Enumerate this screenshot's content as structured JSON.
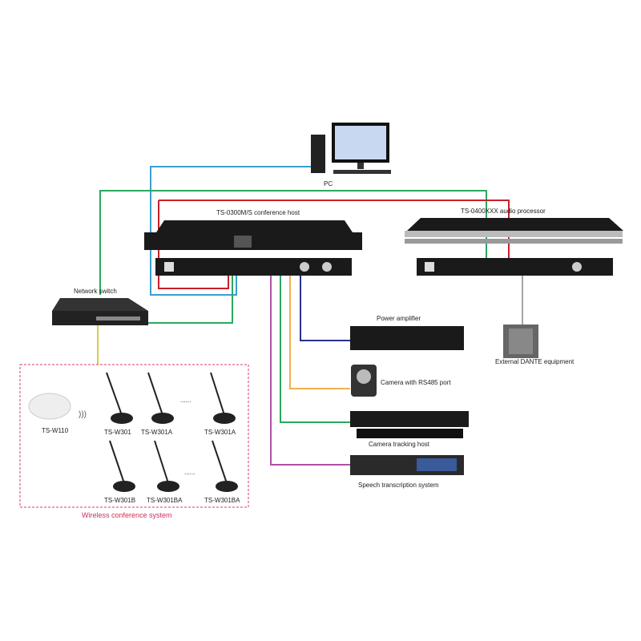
{
  "labels": {
    "pc": "PC",
    "conference_host": "TS-0300M/S conference host",
    "audio_processor": "TS-0400XXX audio processor",
    "network_switch": "Network switch",
    "power_amplifier": "Power amplifier",
    "camera": "Camera with RS485 port",
    "camera_tracking": "Camera tracking host",
    "speech": "Speech transcription system",
    "dante": "External DANTE equipment",
    "wireless_system": "Wireless conference system",
    "ap": "TS-W110",
    "mics": [
      "TS-W301",
      "TS-W301A",
      "TS-W301A",
      "TS-W301B",
      "TS-W301BA",
      "TS-W301BA"
    ],
    "dots": "......"
  },
  "colors": {
    "blue": "#3a9fd0",
    "green": "#2aa860",
    "red": "#c8202a",
    "navy": "#2a2f8a",
    "orange": "#f0b050",
    "purple": "#b050a8",
    "yellow": "#d8d040",
    "gray": "#888888"
  }
}
